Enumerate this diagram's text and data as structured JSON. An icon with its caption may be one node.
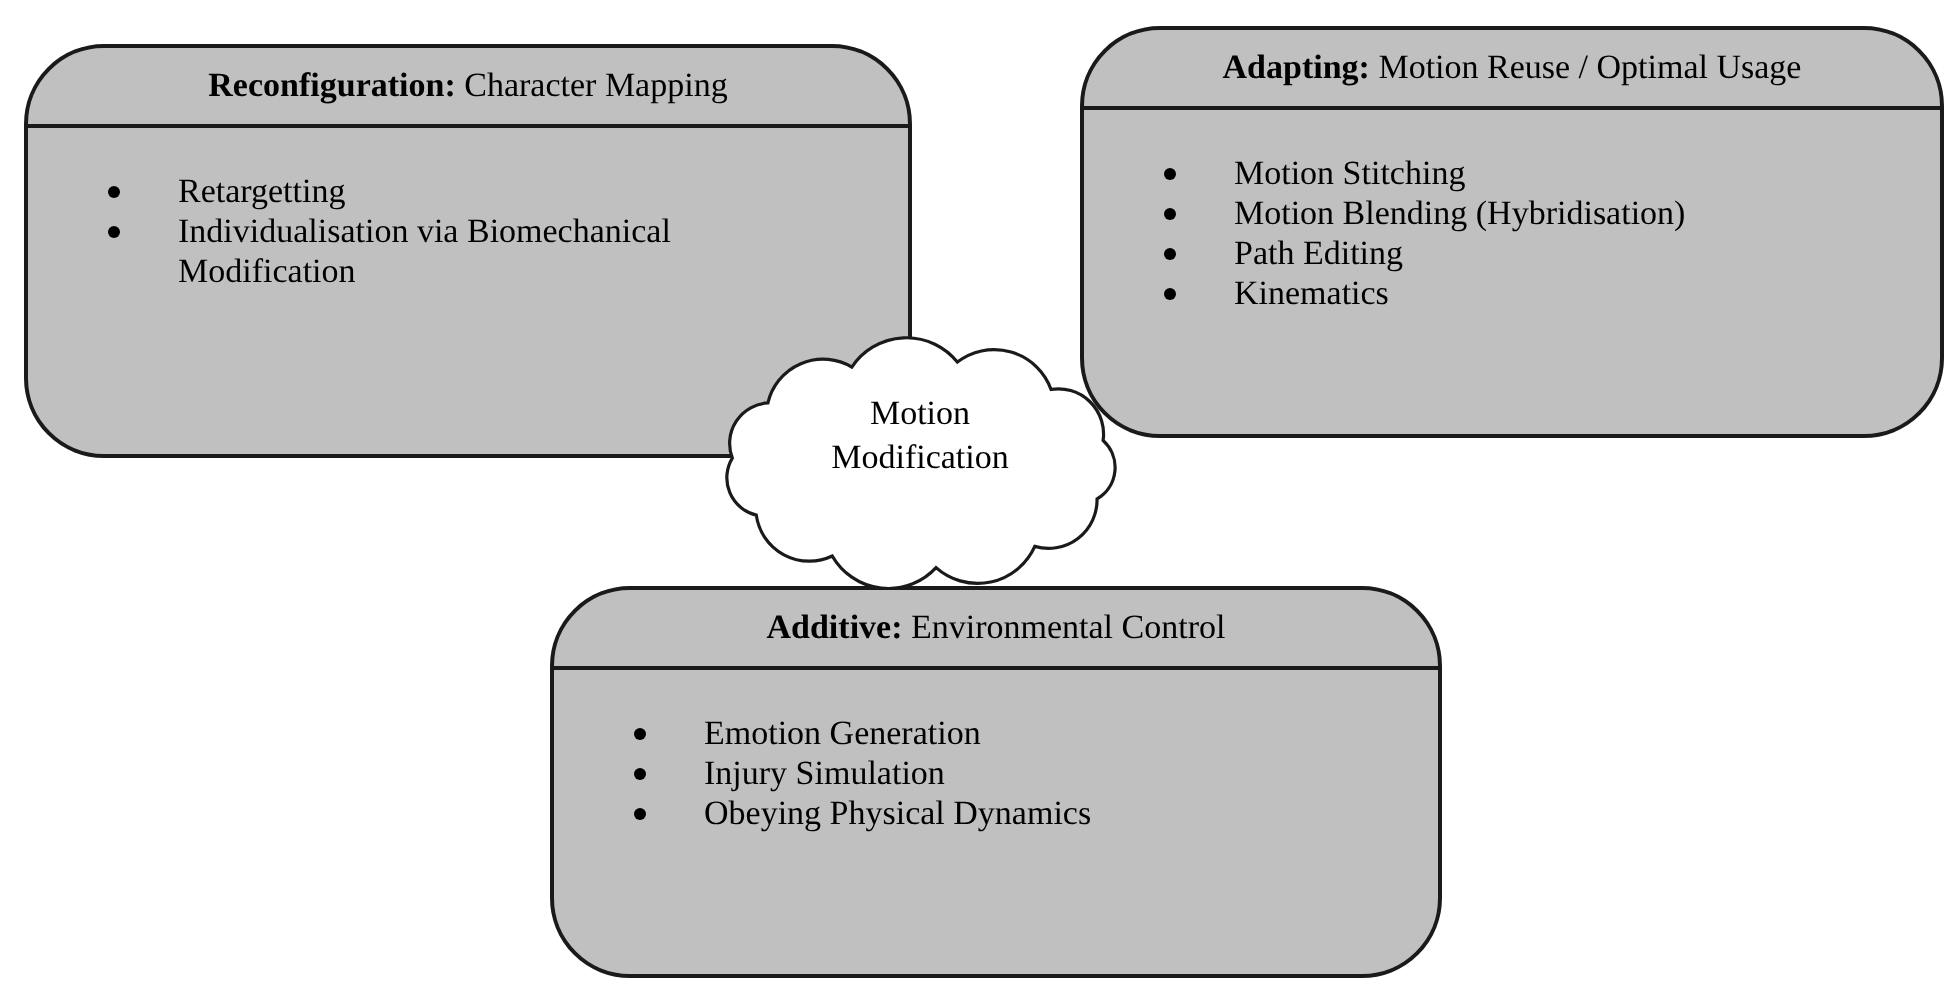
{
  "diagram": {
    "nodes": [
      {
        "text": [
          "**Reconfiguration:** Character Mapping",
          "Retargetting",
          "Individualisation via Biomechanical Modification"
        ]
      },
      {
        "text": [
          "**Adapting:** Motion Reuse / Optimal Usage",
          "Motion Stitching",
          "Motion Blending (Hybridisation)",
          "Path Editing",
          "Kinematics"
        ]
      },
      {
        "text": [
          "Motion Modification"
        ]
      },
      {
        "text": [
          "**Additive:** Environmental Control",
          "Emotion Generation",
          "Injury Simulation",
          "Obeying Physical Dynamics"
        ]
      }
    ]
  }
}
